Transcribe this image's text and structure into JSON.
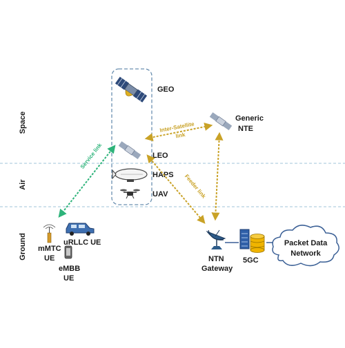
{
  "tiers": {
    "space": "Space",
    "air": "Air",
    "ground": "Ground"
  },
  "nodes": {
    "geo": "GEO",
    "leo": "LEO",
    "haps": "HAPS",
    "uav": "UAV",
    "generic_nte_line1": "Generic",
    "generic_nte_line2": "NTE",
    "urllc_ue": "uRLLC UE",
    "mmtc_line1": "mMTC",
    "mmtc_line2": "UE",
    "embb_line1": "eMBB",
    "embb_line2": "UE",
    "ntn_gateway_line1": "NTN",
    "ntn_gateway_line2": "Gateway",
    "core_5gc": "5GC",
    "pdn_line1": "Packet Data",
    "pdn_line2": "Network"
  },
  "links": {
    "service": "Service link",
    "inter_satellite_line1": "Inter-Satellite",
    "inter_satellite_line2": "link",
    "feeder": "Feeder link"
  },
  "colors": {
    "service_link": "#2db37a",
    "gold_link": "#c9a227",
    "dashed_box": "#6a8fb0",
    "tier_divider": "#9fc3d9",
    "satellite_panel": "#2e4a7a",
    "satellite_dish": "#e0b020",
    "server_blue": "#2f5fa8",
    "database_gold": "#f0b400"
  }
}
